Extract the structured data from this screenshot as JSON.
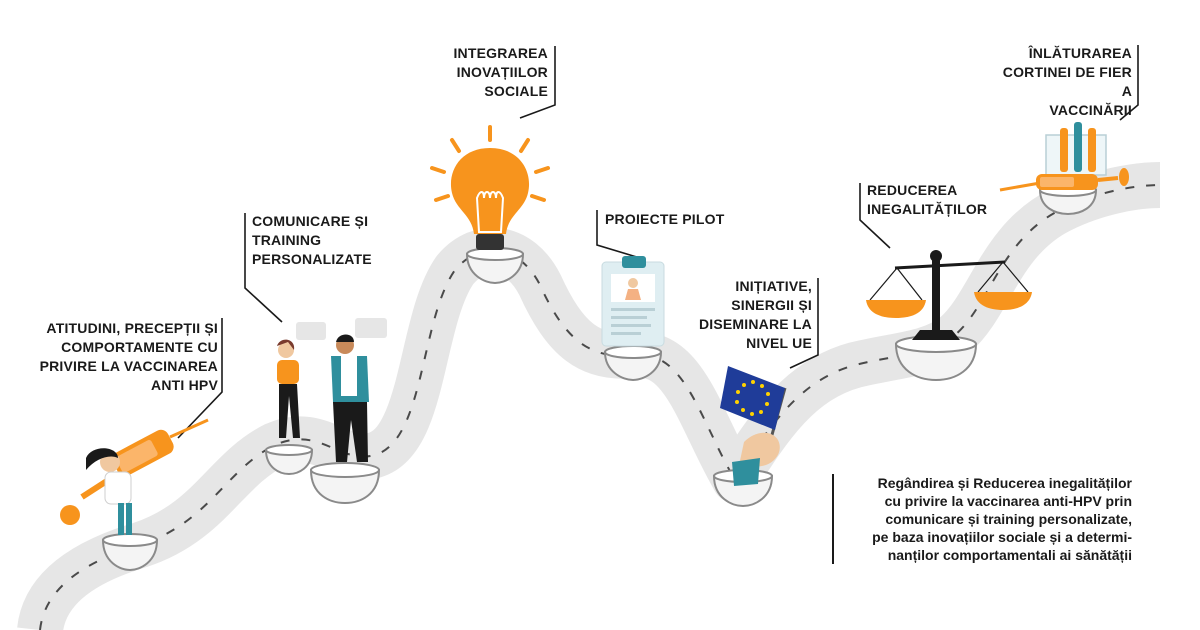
{
  "milestones": [
    {
      "lines": [
        "ATITUDINI, PRECEPȚII ȘI",
        "COMPORTAMENTE CU",
        "PRIVIRE LA VACCINAREA",
        "ANTI HPV"
      ],
      "icon": "syringe-icon"
    },
    {
      "lines": [
        "COMUNICARE ȘI",
        "TRAINING",
        "PERSONALIZATE"
      ],
      "icon": "people-talking-icon"
    },
    {
      "lines": [
        "INTEGRAREA",
        "INOVAȚIILOR",
        "SOCIALE"
      ],
      "icon": "lightbulb-icon"
    },
    {
      "lines": [
        "PROIECTE PILOT"
      ],
      "icon": "clipboard-icon"
    },
    {
      "lines": [
        "INIȚIATIVE,",
        "SINERGII ȘI",
        "DISEMINARE LA",
        "NIVEL UE"
      ],
      "icon": "eu-flag-icon"
    },
    {
      "lines": [
        "REDUCEREA",
        "INEGALITĂȚILOR"
      ],
      "icon": "scales-icon"
    },
    {
      "lines": [
        "ÎNLĂTURAREA",
        "CORTINEI DE FIER A",
        "VACCINĂRII"
      ],
      "icon": "test-tubes-icon"
    }
  ],
  "summary": {
    "lines": [
      "Regândirea și Reducerea inegalităților",
      "cu privire la vaccinarea anti-HPV prin",
      "comunicare și training personalizate,",
      "pe baza inovațiilor sociale și a determi-",
      "nanților comportamentali ai sănătății"
    ]
  },
  "colors": {
    "road": "#e6e6e6",
    "road_line": "#4a4a4a",
    "accent": "#f7941d",
    "text": "#1a1a1a",
    "eu_blue": "#1f3c99",
    "eu_star": "#ffd200",
    "teal": "#2f8f9d"
  }
}
